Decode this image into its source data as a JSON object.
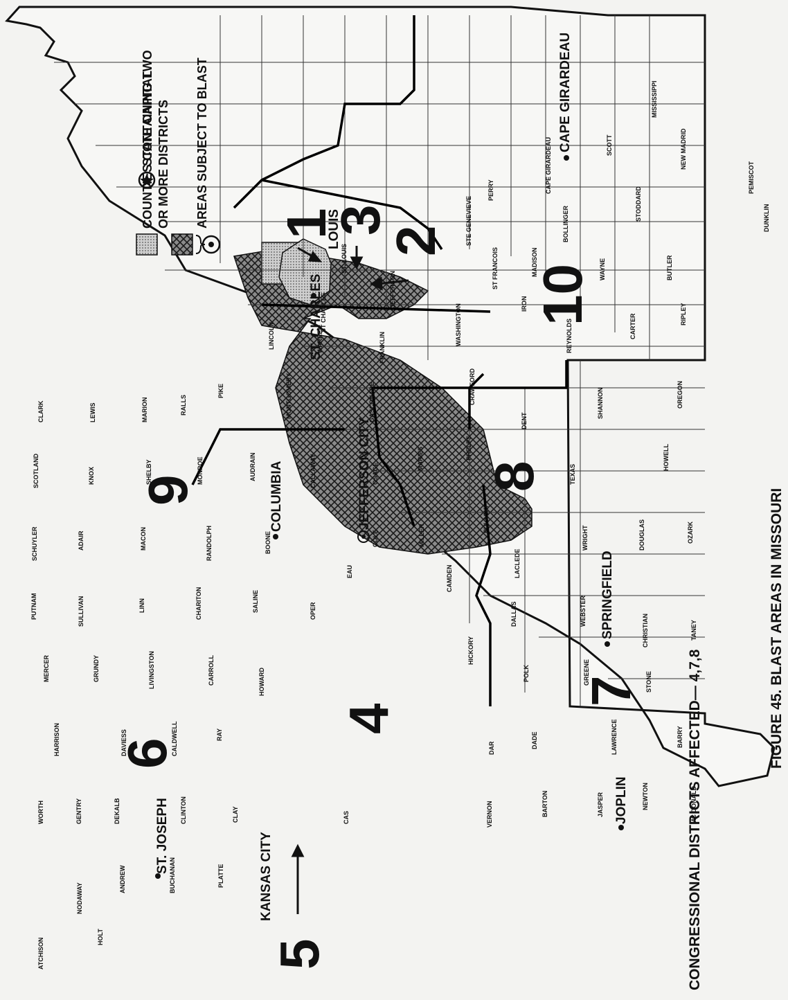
{
  "legend": {
    "capital": "STATE CAPITAL",
    "multi_line1": "COUNTIES CONTAINING TWO",
    "multi_line2": "OR MORE DISTRICTS",
    "blast": "AREAS SUBJECT TO BLAST"
  },
  "caption": {
    "affected": "CONGRESSIONAL DISTRICTS AFFECTED— 4,7,8",
    "figure": "FIGURE 45. BLAST AREAS IN MISSOURI"
  },
  "cities": {
    "kansas_city": "KANSAS CITY",
    "st_joseph": "ST. JOSEPH",
    "columbia": "COLUMBIA",
    "jefferson_city": "JEFFERSON CITY",
    "st_charles": "ST. CHARLES",
    "louis": "LOUIS",
    "springfield": "SPRINGFIELD",
    "joplin": "JOPLIN",
    "cape_girardeau": "CAPE GIRARDEAU"
  },
  "districts": {
    "d1": "1",
    "d2": "2",
    "d3": "3",
    "d4": "4",
    "d5": "5",
    "d6": "6",
    "d7": "7",
    "d8": "8",
    "d9": "9",
    "d10": "10"
  },
  "counties": {
    "atchison": "ATCHISON",
    "nodaway": "NODAWAY",
    "holt": "HOLT",
    "andrew": "ANDREW",
    "worth": "WORTH",
    "gentry": "GENTRY",
    "dekalb": "DEKALB",
    "buchanan": "BUCHANAN",
    "clinton": "CLINTON",
    "platte": "PLATTE",
    "clay": "CLAY",
    "harrison": "HARRISON",
    "daviess": "DAVIESS",
    "caldwell": "CALDWELL",
    "ray": "RAY",
    "mercer": "MERCER",
    "grundy": "GRUNDY",
    "livingston": "LIVINGSTON",
    "carroll": "CARROLL",
    "putnam": "PUTNAM",
    "sullivan": "SULLIVAN",
    "linn": "LINN",
    "chariton": "CHARITON",
    "saline": "SALINE",
    "schuyler": "SCHUYLER",
    "adair": "ADAIR",
    "macon": "MACON",
    "randolph": "RANDOLPH",
    "howard": "HOWARD",
    "scotland": "SCOTLAND",
    "knox": "KNOX",
    "shelby": "SHELBY",
    "monroe": "MONROE",
    "boone": "BOONE",
    "clark": "CLARK",
    "lewis": "LEWIS",
    "marion": "MARION",
    "ralls": "RALLS",
    "audrain": "AUDRAIN",
    "callaway": "CALLAWAY",
    "pike": "PIKE",
    "montgomery": "MONTGOMERY",
    "lincoln": "LINCOLN",
    "warren": "WARREN",
    "st_charles": "ST CHARLES",
    "st_louis": "ST. LOUIS",
    "jefferson": "JEFFERSON",
    "franklin": "FRANKLIN",
    "gasconade": "GASCONADE",
    "osage": "OSAGE",
    "cole": "COLE",
    "maries": "MARIES",
    "miller": "MILLER",
    "phelps": "PHELPS",
    "crawford": "CRAWFORD",
    "washington": "WASHINGTON",
    "ste_genevieve": "STE GENEVIEVE",
    "st_francois": "ST FRANCOIS",
    "perry": "PERRY",
    "cape_girardeau": "CAPE GIRARDEAU",
    "scott": "SCOTT",
    "mississippi": "MISSISSIPPI",
    "new_madrid": "NEW MADRID",
    "pemiscot": "PEMISCOT",
    "dunklin": "DUNKLIN",
    "stoddard": "STODDARD",
    "bollinger": "BOLLINGER",
    "madison": "MADISON",
    "iron": "IRON",
    "wayne": "WAYNE",
    "butler": "BUTLER",
    "reynolds": "REYNOLDS",
    "carter": "CARTER",
    "ripley": "RIPLEY",
    "dent": "DENT",
    "shannon": "SHANNON",
    "oregon": "OREGON",
    "texas": "TEXAS",
    "howell": "HOWELL",
    "pulaski": "PULASKI",
    "laclede": "LACLEDE",
    "wright": "WRIGHT",
    "douglas": "DOUGLAS",
    "ozark": "OZARK",
    "camden": "CAMDEN",
    "dallas": "DALLAS",
    "webster": "WEBSTER",
    "christian": "CHRISTIAN",
    "taney": "TANEY",
    "hickory": "HICKORY",
    "polk": "POLK",
    "greene": "GREENE",
    "stone": "STONE",
    "dade": "DADE",
    "lawrence": "LAWRENCE",
    "barry": "BARRY",
    "vernon": "VERNON",
    "barton": "BARTON",
    "jasper": "JASPER",
    "newton": "NEWTON",
    "mcdonald": "MC DONALD",
    "cas": "CAS",
    "dar": "DAR",
    "oper": "OPER",
    "eau": "EAU"
  }
}
